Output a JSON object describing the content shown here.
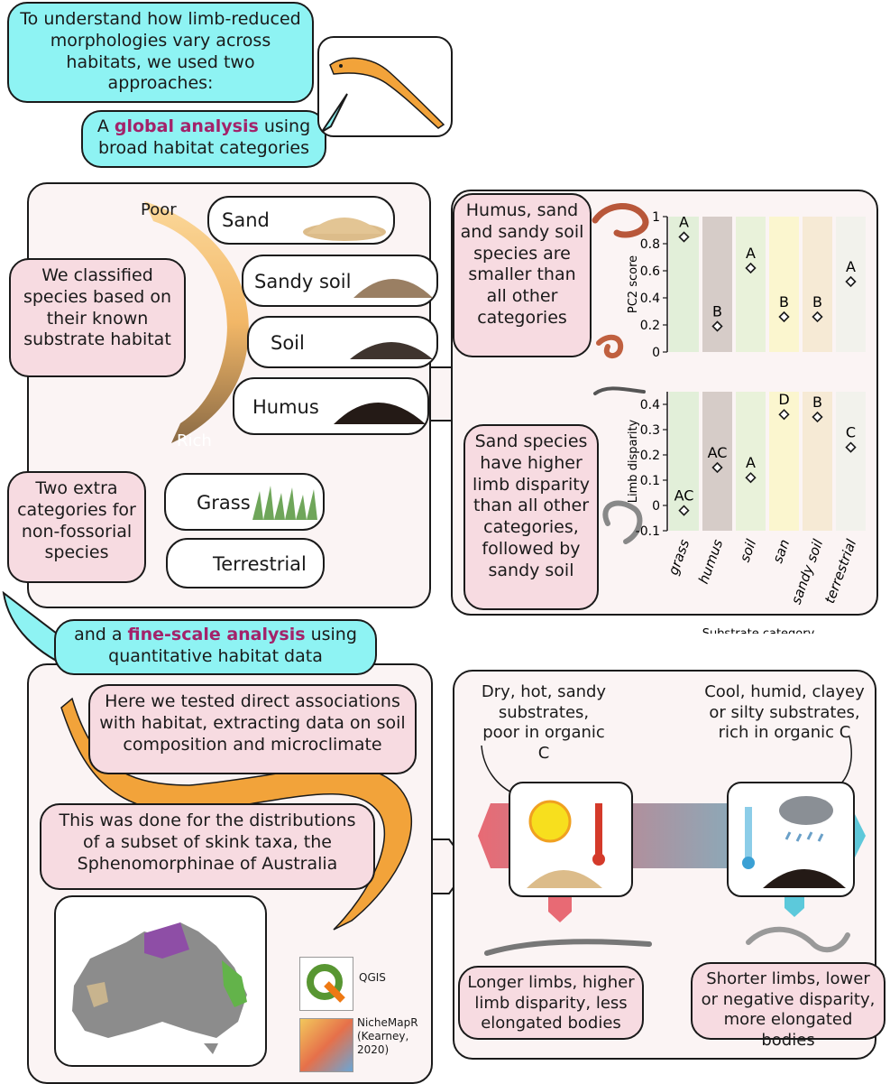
{
  "intro": {
    "text": "To understand how limb-reduced morphologies vary across habitats, we used two approaches:",
    "global_prefix": "A ",
    "global_highlight": "global analysis",
    "global_suffix": " using broad habitat categories"
  },
  "panel1": {
    "gradient_poor": "Poor",
    "gradient_rich": "Rich",
    "classify_text": "We classified species based on their known substrate habitat",
    "categories": [
      "Sand",
      "Sandy soil",
      "Soil",
      "Humus"
    ],
    "extra_text": "Two extra categories for non-fossorial species",
    "extra_categories": [
      "Grass",
      "Terrestrial"
    ]
  },
  "panel2": {
    "finding1": "Humus, sand and sandy soil species are smaller than all other categories",
    "finding2": "Sand species have higher limb disparity than all other categories, followed by sandy soil"
  },
  "chart_data": [
    {
      "type": "scatter",
      "ylabel": "PC2 score",
      "ylim": [
        0,
        1
      ],
      "yticks": [
        "0",
        "0.2",
        "0.4",
        "0.6",
        "0.8",
        "1"
      ],
      "categories": [
        "grass",
        "humus",
        "soil",
        "san",
        "sandy soil",
        "terrestrial"
      ],
      "values": [
        0.85,
        0.19,
        0.62,
        0.26,
        0.26,
        0.52
      ],
      "labels": [
        "A",
        "B",
        "A",
        "B",
        "B",
        "A"
      ],
      "colors": [
        "#e2efd9",
        "#d6ccc8",
        "#e9f2da",
        "#fbf6cf",
        "#f6ead5",
        "#f2f2ec"
      ]
    },
    {
      "type": "scatter",
      "ylabel": "Limb disparity",
      "xlabel": "Substrate category",
      "ylim": [
        -0.1,
        0.45
      ],
      "yticks": [
        "-0.1",
        "0",
        "0.1",
        "0.2",
        "0.3",
        "0.4"
      ],
      "categories": [
        "grass",
        "humus",
        "soil",
        "san",
        "sandy soil",
        "terrestrial"
      ],
      "values": [
        -0.02,
        0.15,
        0.11,
        0.36,
        0.35,
        0.23
      ],
      "labels": [
        "AC",
        "AC",
        "A",
        "D",
        "B",
        "C"
      ],
      "colors": [
        "#e2efd9",
        "#d6ccc8",
        "#e9f2da",
        "#fbf6cf",
        "#f6ead5",
        "#f2f2ec"
      ]
    }
  ],
  "fine": {
    "prefix": "and a ",
    "highlight": "fine-scale analysis",
    "suffix": " using quantitative habitat data",
    "tested_text": "Here we tested direct associations with habitat, extracting data on soil composition and microclimate",
    "distribution_text": "This was done for the distributions of a subset of skink taxa, the Sphenomorphinae of Australia",
    "tools": [
      "QGIS",
      "NicheMapR (Kearney, 2020)"
    ]
  },
  "gradient_panel": {
    "dry_text": "Dry, hot, sandy substrates, poor in organic C",
    "cool_text": "Cool, humid, clayey or silty substrates, rich in organic C",
    "outcome_left": "Longer limbs, higher limb disparity, less elongated bodies",
    "outcome_right": "Shorter limbs, lower or negative disparity, more elongated bodies"
  },
  "palette": {
    "cyan": "#8ef3f3",
    "pink": "#f7dbe1",
    "panel_bg": "#fbf4f4",
    "orange": "#f2a33a",
    "highlight": "#a3226a",
    "red_arrow": "#e86a74",
    "blue_arrow": "#5cc9db"
  }
}
